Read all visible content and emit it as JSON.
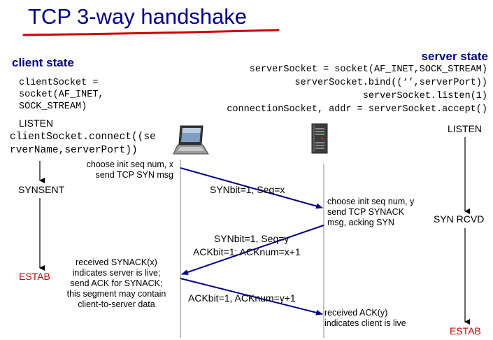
{
  "title": "TCP 3-way handshake",
  "client": {
    "header": "client state",
    "code_socket": [
      "clientSocket =",
      "socket(AF_INET,",
      "SOCK_STREAM)"
    ],
    "listen": "LISTEN",
    "code_connect": [
      "clientSocket.connect((se",
      "rverName,serverPort))"
    ],
    "synsent": "SYNSENT",
    "estab": "ESTAB"
  },
  "server": {
    "header": "server state",
    "code": [
      "serverSocket = socket(AF_INET,SOCK_STREAM)",
      "serverSocket.bind((‘’,serverPort))",
      "serverSocket.listen(1)",
      "connectionSocket, addr = serverSocket.accept()"
    ],
    "listen": "LISTEN",
    "syn_rcvd": "SYN RCVD",
    "estab": "ESTAB"
  },
  "notes": {
    "client_choose": [
      "choose init seq num, x",
      "send TCP SYN msg"
    ],
    "server_choose": [
      "choose init seq num, y",
      "send TCP SYNACK",
      "msg, acking SYN"
    ],
    "client_received": [
      "received SYNACK(x)",
      "indicates server is live;",
      "send ACK for SYNACK;",
      "this segment may contain",
      "client-to-server data"
    ],
    "server_received": [
      "received ACK(y)",
      "indicates client is live"
    ]
  },
  "messages": {
    "syn": "SYNbit=1, Seq=x",
    "synack": [
      "SYNbit=1, Seq=y",
      "ACKbit=1; ACKnum=x+1"
    ],
    "ack": "ACKbit=1, ACKnum=y+1"
  },
  "colors": {
    "title": "#00008b",
    "header": "#00008b",
    "estab": "#cc0000",
    "arrow": "#00008b",
    "underline": "#cc0000"
  },
  "icons": [
    "laptop-icon",
    "server-icon"
  ]
}
